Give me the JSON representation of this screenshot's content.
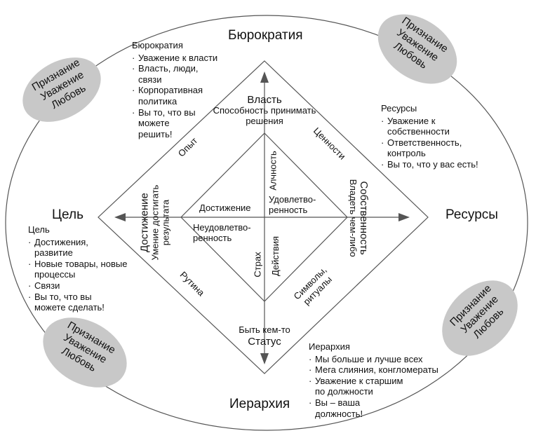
{
  "quadrants": {
    "top": "Бюрократия",
    "left": "Цель",
    "right": "Ресурсы",
    "bottom": "Иерархия"
  },
  "recognition_badge": [
    "Признание",
    "Уважение",
    "Любовь"
  ],
  "lists": {
    "bureaucracy": {
      "title": "Бюрократия",
      "items": [
        "Уважение к власти",
        "Власть, люди, связи",
        "Корпоративная политика",
        "Вы то, что вы можете решить!"
      ]
    },
    "resources": {
      "title": "Ресурсы",
      "items": [
        "Уважение к собственности",
        "Ответственность, контроль",
        "Вы то, что у вас есть!"
      ]
    },
    "goal": {
      "title": "Цель",
      "items": [
        "Достижения, развитие",
        "Новые товары, новые процессы",
        "Связи",
        "Вы то, что вы можете сделать!"
      ]
    },
    "hierarchy": {
      "title": "Иерархия",
      "items": [
        "Мы больше и лучше всех",
        "Мега слияния, конгломераты",
        "Уважение к старшим по должности",
        "Вы – ваша должность!"
      ]
    }
  },
  "axes": {
    "top": {
      "title": "Власть",
      "subtitle": "Способность принимать решения"
    },
    "left": {
      "title": "Достижение",
      "subtitle": "Умение достигать результата"
    },
    "right": {
      "title": "Собственность",
      "subtitle": "Владеть чем-либо"
    },
    "bottom": {
      "title": "Статус",
      "subtitle": "Быть кем-то"
    }
  },
  "edges": {
    "top_left": "Опыт",
    "top_right": "Ценности",
    "bottom_left": "Рутина",
    "bottom_right": "Символы, ритуалы"
  },
  "inner": {
    "greed": "Алчность",
    "satisfaction": "Удовлетво-ренность",
    "achievement": "Достижение",
    "dissatisfaction": "Неудовлетво-ренность",
    "fear": "Страх",
    "actions": "Действия"
  },
  "colors": {
    "badge_fill": "#c8c8c8",
    "line": "#555555"
  }
}
